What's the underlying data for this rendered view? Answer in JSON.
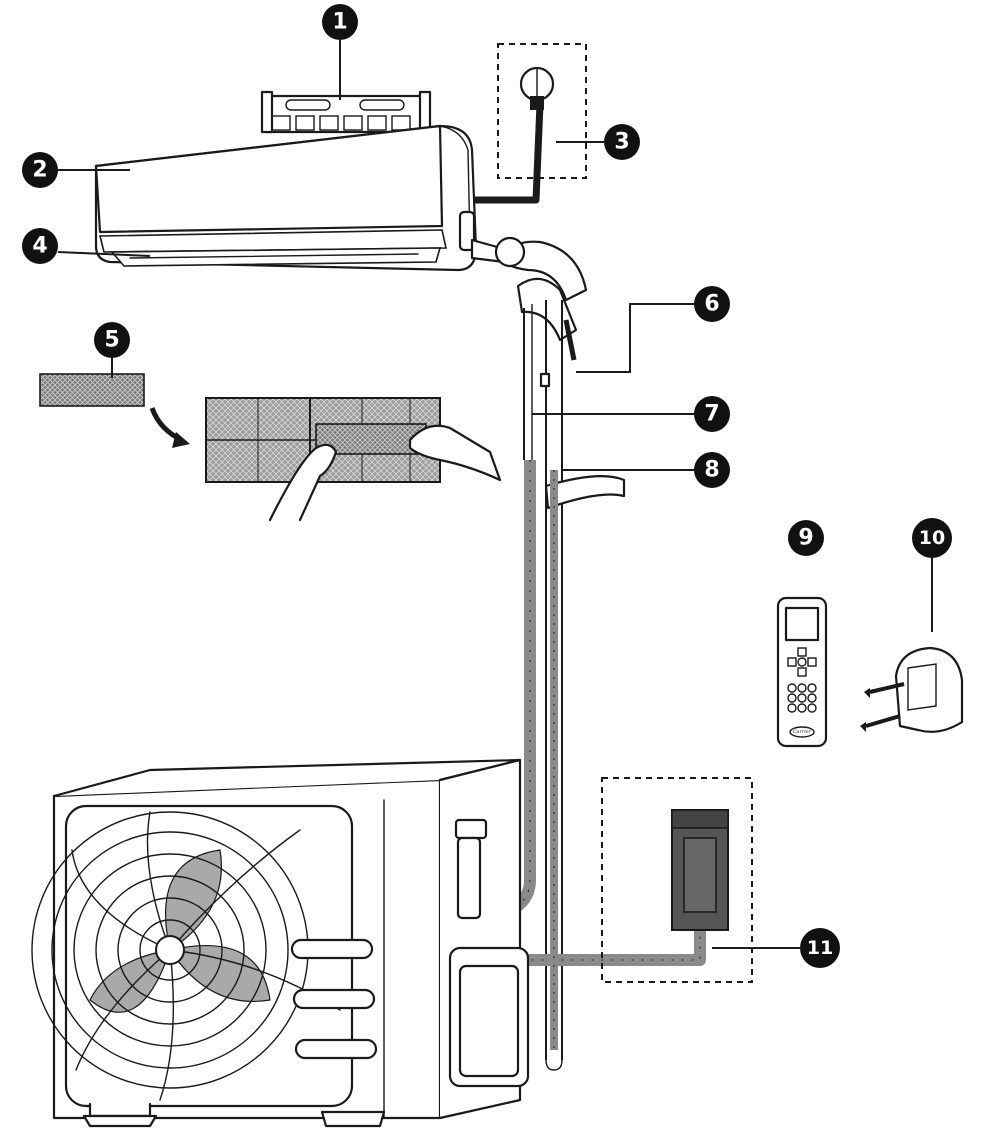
{
  "callouts": [
    {
      "number": "1",
      "part": "mounting-plate"
    },
    {
      "number": "2",
      "part": "indoor-unit"
    },
    {
      "number": "3",
      "part": "power-plug"
    },
    {
      "number": "4",
      "part": "air-outlet-louver"
    },
    {
      "number": "5",
      "part": "air-filter"
    },
    {
      "number": "6",
      "part": "refrigerant-pipes"
    },
    {
      "number": "7",
      "part": "connecting-cable"
    },
    {
      "number": "8",
      "part": "drain-hose"
    },
    {
      "number": "9",
      "part": "remote-controller"
    },
    {
      "number": "10",
      "part": "remote-holder"
    },
    {
      "number": "11",
      "part": "power-switch-box"
    }
  ],
  "remote": {
    "brand": "Carrier"
  },
  "colors": {
    "badge": "#111111",
    "line": "#1a1a1a",
    "pipe_wrap": "#8a8a8a",
    "fan_blade": "#a9a9a9",
    "switch_box": "#555555"
  }
}
